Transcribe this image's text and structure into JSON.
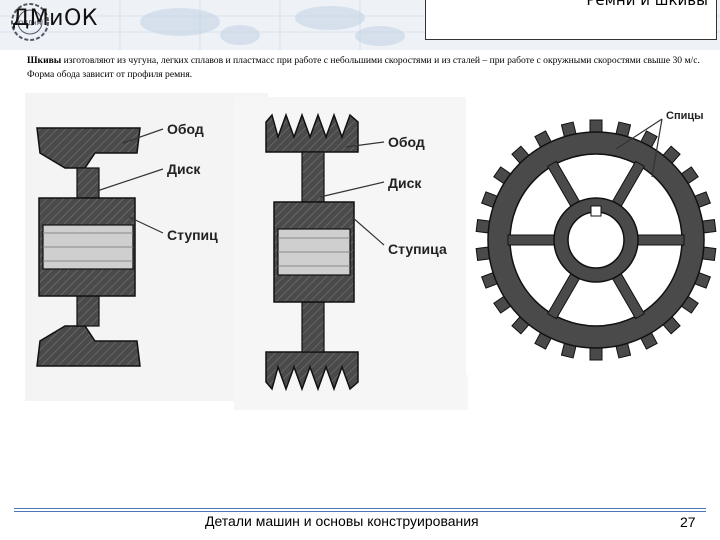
{
  "header": {
    "logo_text": "ДМиОК",
    "emblem_text": "ОПДиМ",
    "title": "Ремни и шкивы"
  },
  "intro": {
    "lead": "Шкивы",
    "text": " изготовляют из чугуна, легких сплавов и пластмасс при работе с небольшими скоростями и из сталей – при работе с окружными скоростями свыше 30 м/с. Форма обода зависит от профиля ремня."
  },
  "figures": {
    "flat_pulley": {
      "labels": [
        "Обод",
        "Диск",
        "Ступиц"
      ]
    },
    "v_pulley": {
      "labels": [
        "Обод",
        "Диск",
        "Ступица"
      ]
    },
    "spoked_wheel": {
      "labels": [
        "Спицы"
      ]
    }
  },
  "footer": {
    "course_title": "Детали машин и основы конструирования",
    "page_number": "27"
  },
  "colors": {
    "footer_rule": "#4a78b6",
    "hatch": "#333333",
    "header_band": "#eef2f7"
  }
}
